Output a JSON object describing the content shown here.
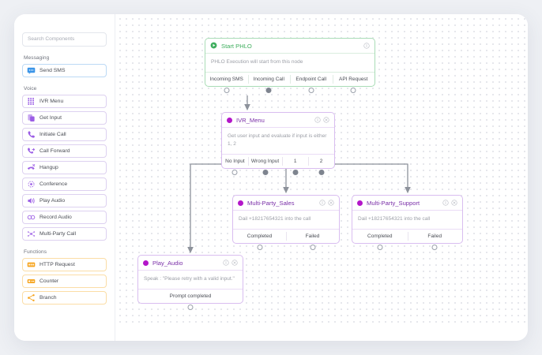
{
  "sidebar": {
    "search": {
      "placeholder": "Search Components",
      "value": ""
    },
    "groups": [
      {
        "label": "Messaging",
        "items": [
          {
            "label": "Send SMS",
            "icon": "sms-icon",
            "color": "#3b95e8",
            "kind": "sms"
          }
        ]
      },
      {
        "label": "Voice",
        "items": [
          {
            "label": "IVR Menu",
            "icon": "keypad-icon",
            "color": "#9b5de5",
            "kind": "voice"
          },
          {
            "label": "Get Input",
            "icon": "get-input-icon",
            "color": "#9b5de5",
            "kind": "voice"
          },
          {
            "label": "Initiate Call",
            "icon": "phone-icon",
            "color": "#9b5de5",
            "kind": "voice"
          },
          {
            "label": "Call Forward",
            "icon": "call-forward-icon",
            "color": "#9b5de5",
            "kind": "voice"
          },
          {
            "label": "Hangup",
            "icon": "hangup-icon",
            "color": "#9b5de5",
            "kind": "voice"
          },
          {
            "label": "Conference",
            "icon": "conference-icon",
            "color": "#9b5de5",
            "kind": "voice"
          },
          {
            "label": "Play Audio",
            "icon": "speaker-icon",
            "color": "#9b5de5",
            "kind": "voice"
          },
          {
            "label": "Record Audio",
            "icon": "record-audio-icon",
            "color": "#9b5de5",
            "kind": "voice"
          },
          {
            "label": "Multi-Party Call",
            "icon": "multi-party-icon",
            "color": "#9b5de5",
            "kind": "voice"
          }
        ]
      },
      {
        "label": "Functions",
        "items": [
          {
            "label": "HTTP Request",
            "icon": "http-request-icon",
            "color": "#f6a623",
            "kind": "fn"
          },
          {
            "label": "Counter",
            "icon": "counter-icon",
            "color": "#f6a623",
            "kind": "fn"
          },
          {
            "label": "Branch",
            "icon": "branch-icon",
            "color": "#f6a623",
            "kind": "fn"
          }
        ]
      }
    ]
  },
  "canvas": {
    "nodes": [
      {
        "id": "start",
        "title": "Start PHLO",
        "accent": "#3fae5e",
        "body": "PHLO Execution will start from this node",
        "actions": [
          "info-icon"
        ],
        "ports": [
          {
            "label": "Incoming SMS",
            "state": "empty"
          },
          {
            "label": "Incoming Call",
            "state": "filled"
          },
          {
            "label": "Endpoint Call",
            "state": "empty"
          },
          {
            "label": "API Request",
            "state": "empty"
          }
        ]
      },
      {
        "id": "ivr",
        "title": "IVR_Menu",
        "accent": "#b316c9",
        "body": "Get user input and evaluate if input is either 1, 2",
        "actions": [
          "info-icon",
          "close-icon"
        ],
        "ports": [
          {
            "label": "No Input",
            "state": "empty"
          },
          {
            "label": "Wrong Input",
            "state": "filled"
          },
          {
            "label": "1",
            "state": "filled"
          },
          {
            "label": "2",
            "state": "filled"
          }
        ]
      },
      {
        "id": "sales",
        "title": "Multi-Party_Sales",
        "accent": "#b316c9",
        "body": "Dail +18217654321 into the call",
        "actions": [
          "info-icon",
          "close-icon"
        ],
        "ports": [
          {
            "label": "Completed",
            "state": "empty"
          },
          {
            "label": "Failed",
            "state": "empty"
          }
        ]
      },
      {
        "id": "support",
        "title": "Multi-Party_Support",
        "accent": "#b316c9",
        "body": "Dail +18217654321 into the call",
        "actions": [
          "info-icon",
          "close-icon"
        ],
        "ports": [
          {
            "label": "Completed",
            "state": "empty"
          },
          {
            "label": "Failed",
            "state": "empty"
          }
        ]
      },
      {
        "id": "play",
        "title": "Play_Audio",
        "accent": "#b316c9",
        "body": "Speak : \"Please retry with a valid input.\"",
        "actions": [
          "info-icon",
          "close-icon"
        ],
        "ports": [
          {
            "label": "Prompt completed",
            "state": "empty"
          }
        ]
      }
    ],
    "edges": [
      {
        "from": "start.Incoming Call",
        "to": "ivr"
      },
      {
        "from": "ivr.Wrong Input",
        "to": "play"
      },
      {
        "from": "ivr.1",
        "to": "sales"
      },
      {
        "from": "ivr.2",
        "to": "support"
      }
    ]
  },
  "colors": {
    "canvas_background": "#ffffff",
    "page_background": "#eef0f4",
    "node_purple": "#b316c9",
    "node_green": "#3fae5e",
    "edge": "#8d929b"
  }
}
